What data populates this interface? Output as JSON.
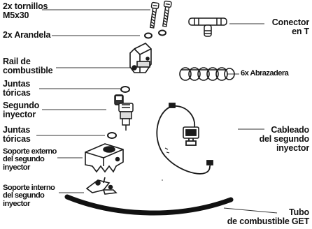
{
  "labels": {
    "tornillos": [
      "2x tornillos",
      "M5x30"
    ],
    "arandela": [
      "2x Arandela"
    ],
    "rail": [
      "Rail de",
      "combustible"
    ],
    "juntas1": [
      "Juntas",
      "tóricas"
    ],
    "segundo_inyector": [
      "Segundo",
      "inyector"
    ],
    "juntas2": [
      "Juntas",
      "tóricas"
    ],
    "soporte_externo": [
      "Soporte externo",
      "del segundo",
      "inyector"
    ],
    "soporte_interno": [
      "Soporte interno",
      "del segundo",
      "inyector"
    ],
    "conector": [
      "Conector",
      "en T"
    ],
    "abrazadera": [
      "6x Abrazadera"
    ],
    "cableado": [
      "Cableado",
      "del segundo",
      "inyector"
    ],
    "tubo": [
      "Tubo",
      "de combustible GET"
    ]
  },
  "colors": {
    "ink": "#111111",
    "part": "#1a1a1a",
    "leader": "#333333"
  }
}
